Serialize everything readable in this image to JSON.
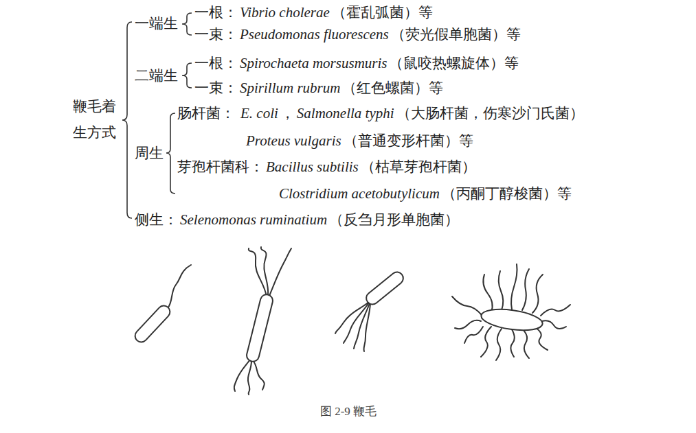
{
  "diagram": {
    "caption": "图 2-9 鞭毛",
    "labels": [
      "一端生",
      "一根：",
      "Vibrio cholerae",
      "（霍乱弧菌）等",
      "一束：",
      "Pseudomonas fluorescens",
      "（荧光假单胞菌）等",
      "鞭毛着生方式",
      "二端生",
      "一根：",
      "Spirochaeta morsusmuris",
      "（鼠咬热螺旋体）等",
      "一束：",
      "Spirillum rubrum",
      "（红色螺菌）等",
      "肠杆菌：",
      "E. coli",
      "，",
      "Salmonella typhi",
      "（大肠杆菌，伤寒沙门氏菌）",
      "周生",
      "Proteus vulgaris",
      "（普通变形杆菌）等",
      "芽孢杆菌科：",
      "Bacillus subtilis",
      "（枯草芽孢杆菌）",
      "Clostridium acetobutylicum",
      "（丙酮丁醇梭菌）等",
      "侧生：",
      "Selenomonas ruminatium",
      "（反刍月形单胞菌）"
    ]
  }
}
